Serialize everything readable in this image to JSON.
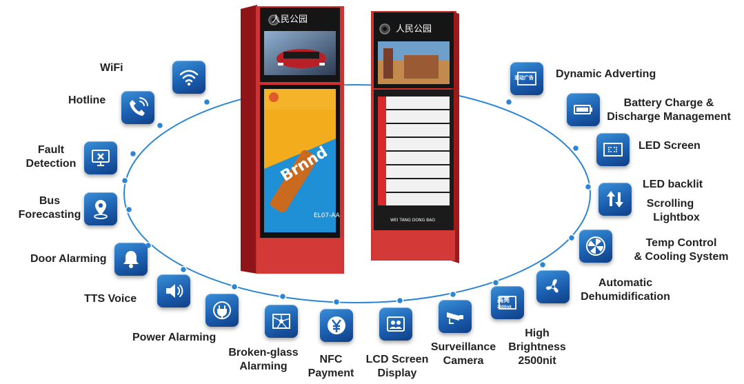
{
  "kiosk_left": {
    "sign": "人民公园",
    "ad_text": "Brnnd",
    "date": "EL07-AA"
  },
  "kiosk_right": {
    "sign": "人民公园",
    "footer": "WEI TANG DONG BAO"
  },
  "features": {
    "wifi": "WiFi",
    "hotline": "Hotline",
    "fault_1": "Fault",
    "fault_2": "Detection",
    "bus_1": "Bus",
    "bus_2": "Forecasting",
    "door": "Door Alarming",
    "tts": "TTS Voice",
    "power": "Power Alarming",
    "broken_1": "Broken-glass",
    "broken_2": "Alarming",
    "nfc_1": "NFC",
    "nfc_2": "Payment",
    "lcd_1": "LCD Screen",
    "lcd_2": "Display",
    "cam_1": "Surveillance",
    "cam_2": "Camera",
    "bright_1": "High",
    "bright_2": "Brightness",
    "bright_3": "2500nit",
    "dehum_1": "Automatic",
    "dehum_2": "Dehumidification",
    "temp_1": "Temp Control",
    "temp_2": "& Cooling System",
    "led_backlit": "LED backlit",
    "scroll_1": "Scrolling",
    "scroll_2": "Lightbox",
    "led_screen": "LED Screen",
    "battery_1": "Battery Charge &",
    "battery_2": "Discharge Management",
    "dynamic": "Dynamic Adverting"
  },
  "icon_text": {
    "dynamic": "滚动广告",
    "bright_top": "高亮",
    "bright_bottom": "2500nit"
  },
  "colors": {
    "accent_blue": "#1c5fb0",
    "ring": "#2a86d4",
    "kiosk_red": "#c8272c"
  }
}
